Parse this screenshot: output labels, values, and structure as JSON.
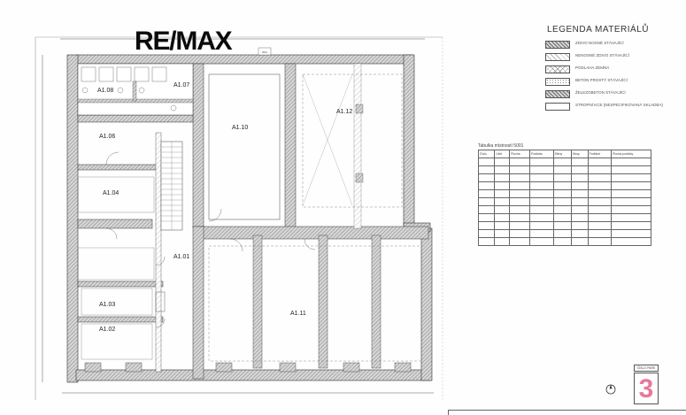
{
  "brand": {
    "logo_text": "RE/MAX"
  },
  "floor_plan": {
    "rooms": [
      {
        "id": "A1.01"
      },
      {
        "id": "A1.02"
      },
      {
        "id": "A1.03"
      },
      {
        "id": "A1.04"
      },
      {
        "id": "A1.06"
      },
      {
        "id": "A1.07"
      },
      {
        "id": "A1.08"
      },
      {
        "id": "A1.10"
      },
      {
        "id": "A1.11"
      },
      {
        "id": "A1.12"
      }
    ],
    "notes": {
      "small_tag": "5001"
    }
  },
  "legend": {
    "title": "LEGENDA MATERIÁLŮ",
    "items": [
      {
        "label": "ZDIVO NOSNÉ STÁVAJÍCÍ",
        "pattern": "hatch-dense"
      },
      {
        "label": "NENOSNÉ ZDIVO STÁVAJÍCÍ",
        "pattern": "hatch-light"
      },
      {
        "label": "PODLAHA ZEMNÁ",
        "pattern": "hatch-cross"
      },
      {
        "label": "BETON PROSTÝ STÁVAJÍCÍ",
        "pattern": "dots"
      },
      {
        "label": "ŽELEZOBETON STÁVAJÍCÍ",
        "pattern": "hatch-dense"
      },
      {
        "label": "STROPNÍ KCE (NESPECIFIKOVANÁ SKLADBA)",
        "pattern": "plain"
      }
    ]
  },
  "room_table": {
    "title": "Tabulka místností 5001",
    "headers": [
      "Číslo",
      "Účel",
      "Plocha",
      "Podlaha",
      "Stěny",
      "Strop",
      "Podhled",
      "Plocha podlahy"
    ]
  },
  "sheet": {
    "page_label": "ČÍSLO PARE",
    "page_number": "3"
  },
  "colors": {
    "accent_page_number": "#e8789a",
    "wall_fill": "#bdbdbd",
    "line": "#333333"
  }
}
